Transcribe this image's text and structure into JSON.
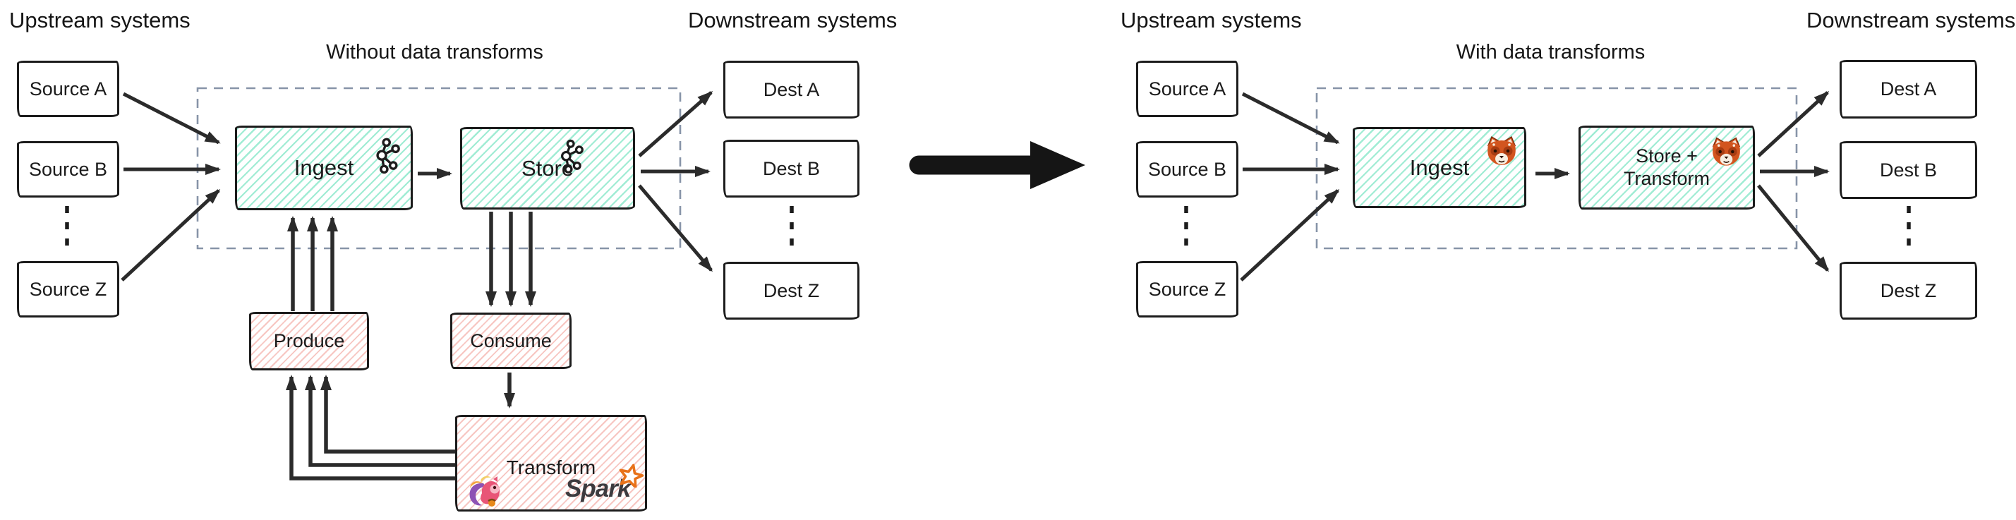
{
  "colors": {
    "box_border": "#1c1c1c",
    "text": "#1f1f1f",
    "green_hatch": "#52dcb0",
    "red_hatch": "#ef8d84",
    "dashed_container": "#8794a8",
    "arrow": "#2b2b2b",
    "spark_orange": "#e8721a",
    "spark_text": "#3d3b3f"
  },
  "left": {
    "upstream_label": "Upstream systems",
    "downstream_label": "Downstream systems",
    "title": "Without data transforms",
    "sources": [
      "Source A",
      "Source B",
      "Source Z"
    ],
    "destinations": [
      "Dest A",
      "Dest B",
      "Dest Z"
    ],
    "ingest_label": "Ingest",
    "store_label": "Store",
    "produce_label": "Produce",
    "consume_label": "Consume",
    "transform_label": "Transform",
    "spark_label": "Spark",
    "icons": {
      "ingest": "kafka-logo",
      "store": "kafka-logo",
      "transform_left": "flink-squirrel-logo",
      "transform_right": "spark-logo"
    }
  },
  "middle": {
    "transition": "big-right-arrow"
  },
  "right": {
    "upstream_label": "Upstream systems",
    "downstream_label": "Downstream systems",
    "title": "With data transforms",
    "sources": [
      "Source A",
      "Source B",
      "Source Z"
    ],
    "destinations": [
      "Dest A",
      "Dest B",
      "Dest Z"
    ],
    "ingest_label": "Ingest",
    "store_transform_line1": "Store +",
    "store_transform_line2": "Transform",
    "icons": {
      "ingest": "redpanda-logo",
      "store_transform": "redpanda-logo"
    }
  }
}
